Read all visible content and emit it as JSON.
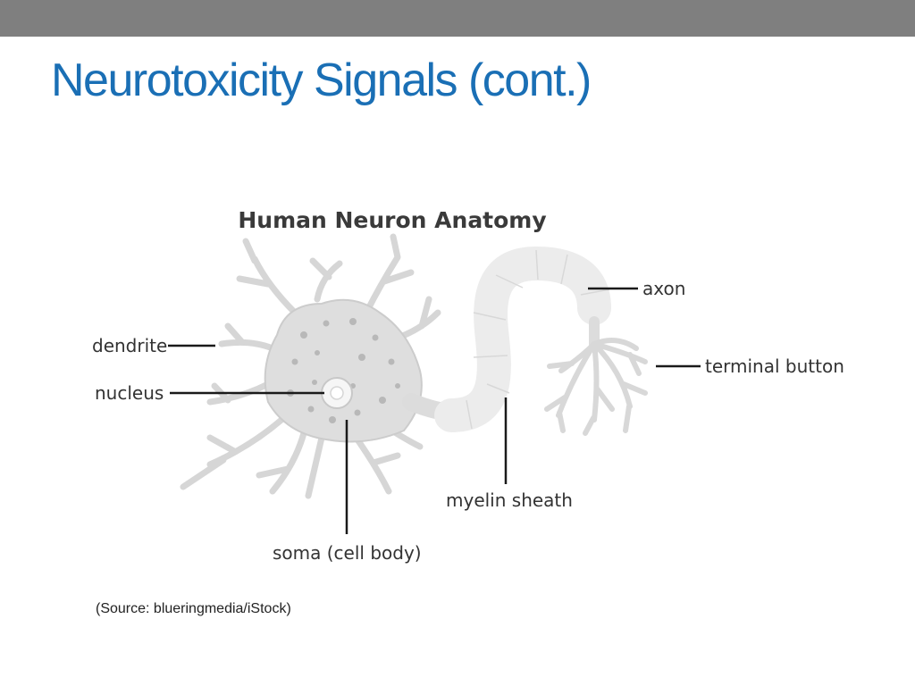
{
  "slide": {
    "title": "Neurotoxicity Signals (cont.)",
    "source": "(Source: blueringmedia/iStock)"
  },
  "diagram": {
    "title": "Human Neuron Anatomy",
    "labels": {
      "dendrite": "dendrite",
      "nucleus": "nucleus",
      "soma": "soma (cell body)",
      "myelin": "myelin sheath",
      "axon": "axon",
      "terminal": "terminal button"
    },
    "colors": {
      "neuron_fill": "#dedede",
      "neuron_stroke": "#cccccc",
      "myelin_fill": "#ececec",
      "spots": "#b8b8b8"
    }
  }
}
